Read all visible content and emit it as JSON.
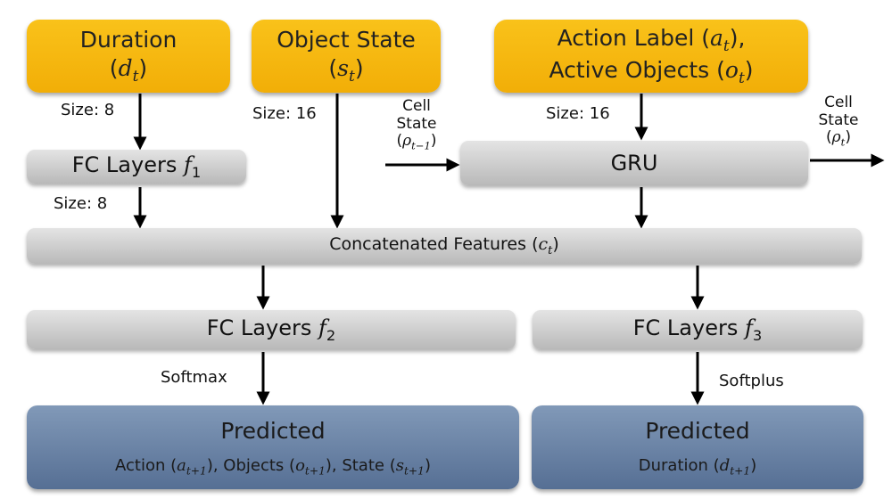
{
  "inputs": {
    "duration": {
      "label": "Duration",
      "sym": "d",
      "sub": "t"
    },
    "object_state": {
      "label": "Object State",
      "sym": "s",
      "sub": "t"
    },
    "action": {
      "line1": "Action Label",
      "sym1": "a",
      "sub1": "t",
      "line2": "Active Objects",
      "sym2": "o",
      "sub2": "t"
    }
  },
  "sizes": {
    "duration_in": "Size: 8",
    "object_in": "Size: 16",
    "action_in": "Size: 16",
    "fc1_out": "Size: 8"
  },
  "cell_state_in": {
    "line1": "Cell",
    "line2": "State",
    "sym": "ρ",
    "sub": "t−1"
  },
  "cell_state_out": {
    "line1": "Cell",
    "line2": "State",
    "sym": "ρ",
    "sub": "t"
  },
  "fc1": {
    "label": "FC Layers",
    "sym": "f",
    "sub": "1"
  },
  "gru": {
    "label": "GRU"
  },
  "concat": {
    "label": "Concatenated Features",
    "sym": "c",
    "sub": "t"
  },
  "fc2": {
    "label": "FC Layers",
    "sym": "f",
    "sub": "2"
  },
  "fc3": {
    "label": "FC Layers",
    "sym": "f",
    "sub": "3"
  },
  "activations": {
    "left": "Softmax",
    "right": "Softplus"
  },
  "out_left": {
    "title": "Predicted",
    "a_label": "Action",
    "a_sym": "a",
    "a_sub": "t+1",
    "o_label": "Objects",
    "o_sym": "o",
    "o_sub": "t+1",
    "s_label": "State",
    "s_sym": "s",
    "s_sub": "t+1"
  },
  "out_right": {
    "title": "Predicted",
    "d_label": "Duration",
    "d_sym": "d",
    "d_sub": "t+1"
  }
}
